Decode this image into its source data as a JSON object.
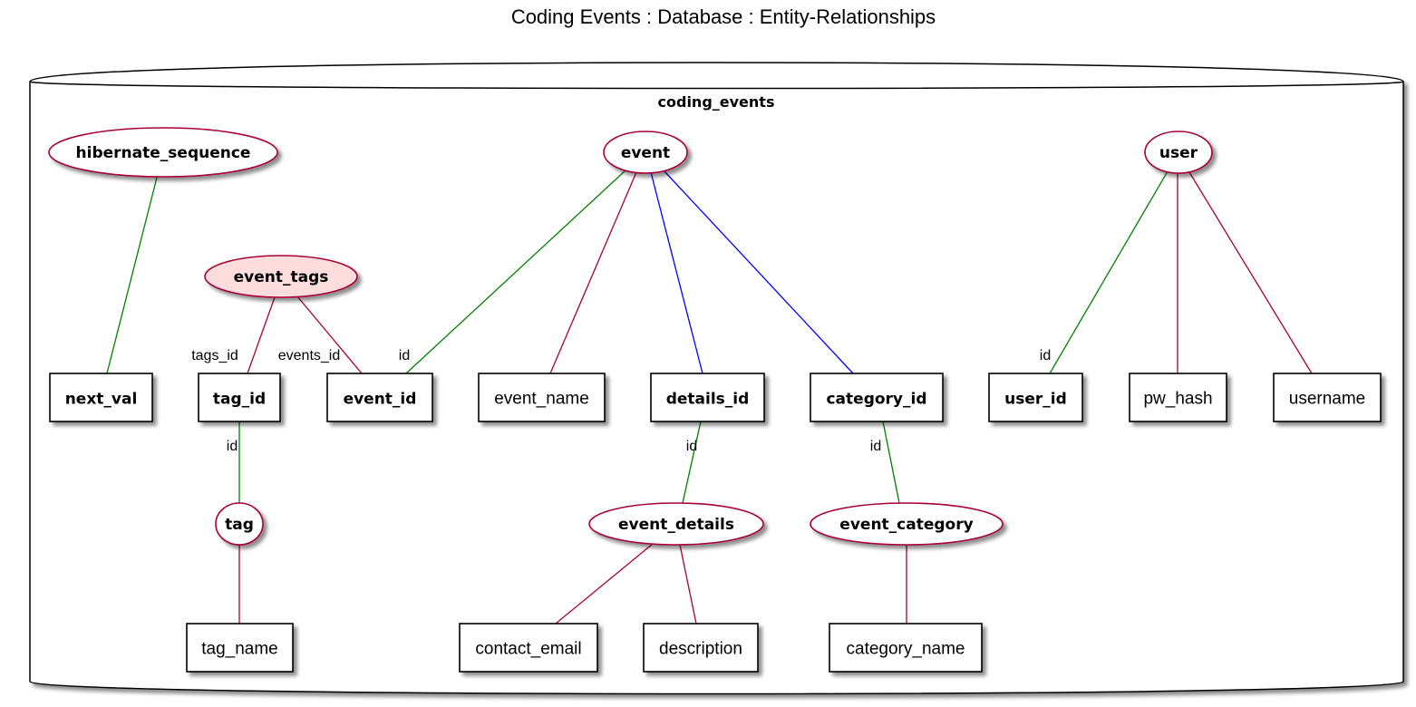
{
  "title": "Coding Events : Database : Entity-Relationships",
  "database": {
    "name": "coding_events"
  },
  "colors": {
    "entity_border": "#A80036",
    "entity_fill": "#FFFFFF",
    "join_entity_fill": "#FFDDDD",
    "attribute_border": "#000000",
    "primary_key_line": "#008000",
    "attribute_line": "#A80036",
    "foreign_key_line": "#0000FF"
  },
  "entities": [
    {
      "id": "hibernate_sequence",
      "label": "hibernate_sequence",
      "join": false
    },
    {
      "id": "event",
      "label": "event",
      "join": false
    },
    {
      "id": "user",
      "label": "user",
      "join": false
    },
    {
      "id": "event_tags",
      "label": "event_tags",
      "join": true
    },
    {
      "id": "tag",
      "label": "tag",
      "join": false
    },
    {
      "id": "event_details",
      "label": "event_details",
      "join": false
    },
    {
      "id": "event_category",
      "label": "event_category",
      "join": false
    }
  ],
  "attributes": [
    {
      "id": "next_val",
      "label": "next_val",
      "key": true
    },
    {
      "id": "tag_id",
      "label": "tag_id",
      "key": true
    },
    {
      "id": "event_id",
      "label": "event_id",
      "key": true
    },
    {
      "id": "event_name",
      "label": "event_name",
      "key": false
    },
    {
      "id": "details_id",
      "label": "details_id",
      "key": true
    },
    {
      "id": "category_id",
      "label": "category_id",
      "key": true
    },
    {
      "id": "user_id",
      "label": "user_id",
      "key": true
    },
    {
      "id": "pw_hash",
      "label": "pw_hash",
      "key": false
    },
    {
      "id": "username",
      "label": "username",
      "key": false
    },
    {
      "id": "tag_name",
      "label": "tag_name",
      "key": false
    },
    {
      "id": "contact_email",
      "label": "contact_email",
      "key": false
    },
    {
      "id": "description",
      "label": "description",
      "key": false
    },
    {
      "id": "category_name",
      "label": "category_name",
      "key": false
    }
  ],
  "edges": [
    {
      "from": "hibernate_sequence",
      "to": "next_val",
      "kind": "primary",
      "label": ""
    },
    {
      "from": "event_tags",
      "to": "tag_id",
      "kind": "attribute",
      "label": "tags_id"
    },
    {
      "from": "event_tags",
      "to": "event_id",
      "kind": "attribute",
      "label": "events_id"
    },
    {
      "from": "event",
      "to": "event_id",
      "kind": "primary",
      "label": "id"
    },
    {
      "from": "event",
      "to": "event_name",
      "kind": "attribute",
      "label": ""
    },
    {
      "from": "event",
      "to": "details_id",
      "kind": "foreign",
      "label": ""
    },
    {
      "from": "event",
      "to": "category_id",
      "kind": "foreign",
      "label": ""
    },
    {
      "from": "user",
      "to": "user_id",
      "kind": "primary",
      "label": "id"
    },
    {
      "from": "user",
      "to": "pw_hash",
      "kind": "attribute",
      "label": ""
    },
    {
      "from": "user",
      "to": "username",
      "kind": "attribute",
      "label": ""
    },
    {
      "from": "tag_id",
      "to": "tag",
      "kind": "primary",
      "label": "id"
    },
    {
      "from": "details_id",
      "to": "event_details",
      "kind": "primary",
      "label": "id"
    },
    {
      "from": "category_id",
      "to": "event_category",
      "kind": "primary",
      "label": "id"
    },
    {
      "from": "tag",
      "to": "tag_name",
      "kind": "attribute",
      "label": ""
    },
    {
      "from": "event_details",
      "to": "contact_email",
      "kind": "attribute",
      "label": ""
    },
    {
      "from": "event_details",
      "to": "description",
      "kind": "attribute",
      "label": ""
    },
    {
      "from": "event_category",
      "to": "category_name",
      "kind": "attribute",
      "label": ""
    }
  ]
}
